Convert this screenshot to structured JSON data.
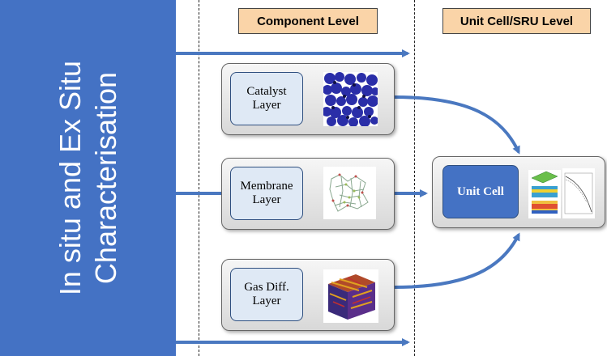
{
  "left_panel": {
    "title_line1": "In situ  and Ex Situ",
    "title_line2": "Characterisation"
  },
  "headers": {
    "component_level": "Component Level",
    "unit_cell_level": "Unit Cell/SRU Level"
  },
  "components": [
    {
      "line1": "Catalyst",
      "line2": "Layer",
      "image": "catalyst-micrograph"
    },
    {
      "line1": "Membrane",
      "line2": "Layer",
      "image": "membrane-molecular-model"
    },
    {
      "line1": "Gas Diff.",
      "line2": "Layer",
      "image": "gdl-3d-reconstruction"
    }
  ],
  "unit_cell": {
    "label": "Unit Cell",
    "images": [
      "cell-simulation-plots",
      "polarization-curve"
    ]
  },
  "colors": {
    "panel_blue": "#4472c4",
    "header_fill": "#fad4a8",
    "label_fill": "#dfe9f5",
    "arrow": "#4a78c0"
  }
}
